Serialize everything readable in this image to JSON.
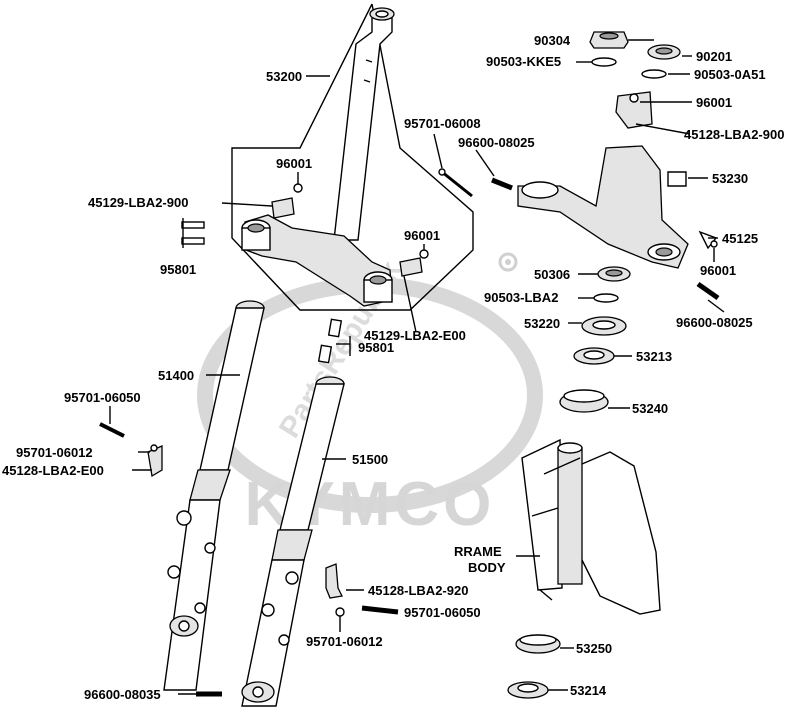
{
  "diagram": {
    "watermark": {
      "brand": "KYMCO",
      "site": "PartsRepublik"
    },
    "frame_label": [
      "RRAME",
      "BODY"
    ],
    "labels": {
      "l_53200": "53200",
      "l_96001_a": "96001",
      "l_45129_900": "45129-LBA2-900",
      "l_95801_a": "95801",
      "l_95701_06008": "95701-06008",
      "l_96600_08025_a": "96600-08025",
      "l_96001_b": "96001",
      "l_45129_e00": "45129-LBA2-E00",
      "l_95801_b": "95801",
      "l_51400": "51400",
      "l_95701_06050_a": "95701-06050",
      "l_95701_06012_a": "95701-06012",
      "l_45128_e00": "45128-LBA2-E00",
      "l_51500": "51500",
      "l_90304": "90304",
      "l_90201": "90201",
      "l_90503_kke5": "90503-KKE5",
      "l_90503_0a51": "90503-0A51",
      "l_96001_c": "96001",
      "l_45128_900": "45128-LBA2-900",
      "l_53230": "53230",
      "l_45125": "45125",
      "l_96001_d": "96001",
      "l_50306": "50306",
      "l_90503_lba2": "90503-LBA2",
      "l_53220": "53220",
      "l_96600_08025_b": "96600-08025",
      "l_53213": "53213",
      "l_53240": "53240",
      "l_45128_920": "45128-LBA2-920",
      "l_95701_06050_b": "95701-06050",
      "l_95701_06012_b": "95701-06012",
      "l_53250": "53250",
      "l_96600_08035": "96600-08035",
      "l_53214": "53214"
    }
  }
}
